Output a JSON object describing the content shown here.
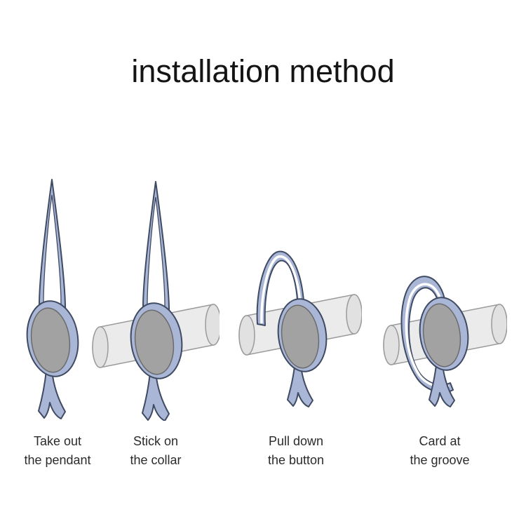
{
  "title": "installation method",
  "steps": [
    {
      "line1": "Take out",
      "line2": "the pendant",
      "illustration": "pendant-alone"
    },
    {
      "line1": "Stick on",
      "line2": "the collar",
      "illustration": "pendant-on-collar"
    },
    {
      "line1": "Pull down",
      "line2": "the button",
      "illustration": "loop-pulled-down"
    },
    {
      "line1": "Card at",
      "line2": "the groove",
      "illustration": "loop-hooked-in-groove"
    }
  ],
  "colors": {
    "background": "#ffffff",
    "pendant_fill": "#a9b6d6",
    "pendant_outline": "#3f4a63",
    "button_fill": "#a2a2a2",
    "button_outline": "#6b6b6b",
    "collar_fill": "#ebebeb",
    "collar_end_fill": "#e1e1e1",
    "collar_outline": "#9b9b9b",
    "title_color": "#141414",
    "caption_color": "#2b2b2b"
  }
}
